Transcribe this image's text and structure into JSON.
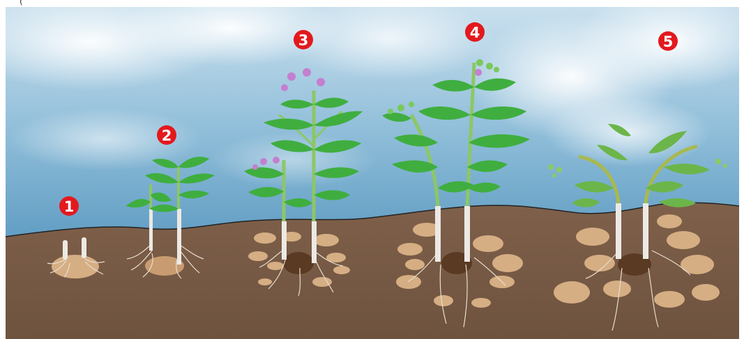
{
  "top_caption": "(",
  "colors": {
    "sky_top": "#b9d6e8",
    "sky_bottom": "#6fa7c9",
    "soil": "#7a5c45",
    "soil_dark": "#5f4532",
    "tuber": "#d6ae84",
    "tuber_edge": "#b8895f",
    "old_tuber": "#5a3a22",
    "stem": "#8cc766",
    "stem_underground": "#ece9e4",
    "root": "#e8ddd0",
    "leaf": "#3fae3f",
    "leaf_light": "#79c95a",
    "flower": "#c47fd0",
    "badge": "#e3191e"
  },
  "stages": [
    {
      "label": "1"
    },
    {
      "label": "2"
    },
    {
      "label": "3"
    },
    {
      "label": "4"
    },
    {
      "label": "5"
    }
  ]
}
